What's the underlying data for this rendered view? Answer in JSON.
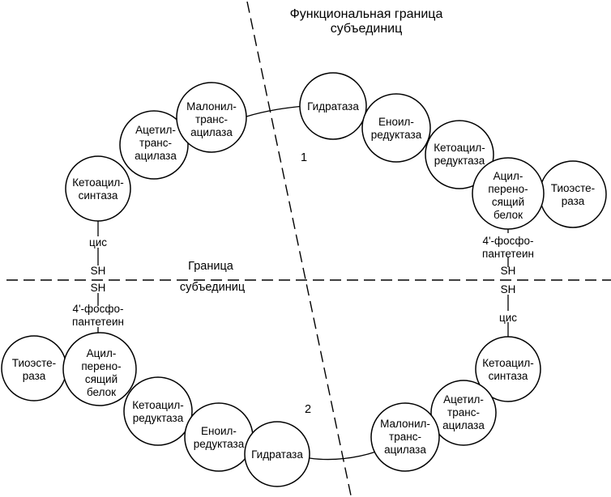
{
  "title": {
    "line1": "Функциональная граница",
    "line2": "субъединиц"
  },
  "boundary": {
    "line1": "Граница",
    "line2": "субъединиц"
  },
  "subunit_labels": [
    "1",
    "2"
  ],
  "subunit1": {
    "ketoacyl_synthase": [
      "Кетоацил-",
      "синтаза"
    ],
    "acetyl_transacylase": [
      "Ацетил-",
      "транс-",
      "ацилаза"
    ],
    "malonyl_transacylase": [
      "Малонил-",
      "транс-",
      "ацилаза"
    ],
    "hydratase": [
      "Гидратаза"
    ],
    "enoyl_reductase": [
      "Еноил-",
      "редуктаза"
    ],
    "ketoacyl_reductase": [
      "Кетоацил-",
      "редуктаза"
    ],
    "acyl_carrier": [
      "Ацил-",
      "перено-",
      "сящий",
      "белок"
    ],
    "thioesterase": [
      "Тиоэсте-",
      "раза"
    ]
  },
  "subunit2": {
    "thioesterase": [
      "Тиоэсте-",
      "раза"
    ],
    "acyl_carrier": [
      "Ацил-",
      "перено-",
      "сящий",
      "белок"
    ],
    "ketoacyl_reductase": [
      "Кетоацил-",
      "редуктаза"
    ],
    "enoyl_reductase": [
      "Еноил-",
      "редуктаза"
    ],
    "hydratase": [
      "Гидратаза"
    ],
    "malonyl_transacylase": [
      "Малонил-",
      "транс-",
      "ацилаза"
    ],
    "acetyl_transacylase": [
      "Ацетил-",
      "транс-",
      "ацилаза"
    ],
    "ketoacyl_synthase": [
      "Кетоацил-",
      "синтаза"
    ]
  },
  "groups": {
    "cys": "цис",
    "sh": "SH",
    "phosphopantetheine": [
      "4'-фосфо-",
      "пантетеин"
    ]
  }
}
